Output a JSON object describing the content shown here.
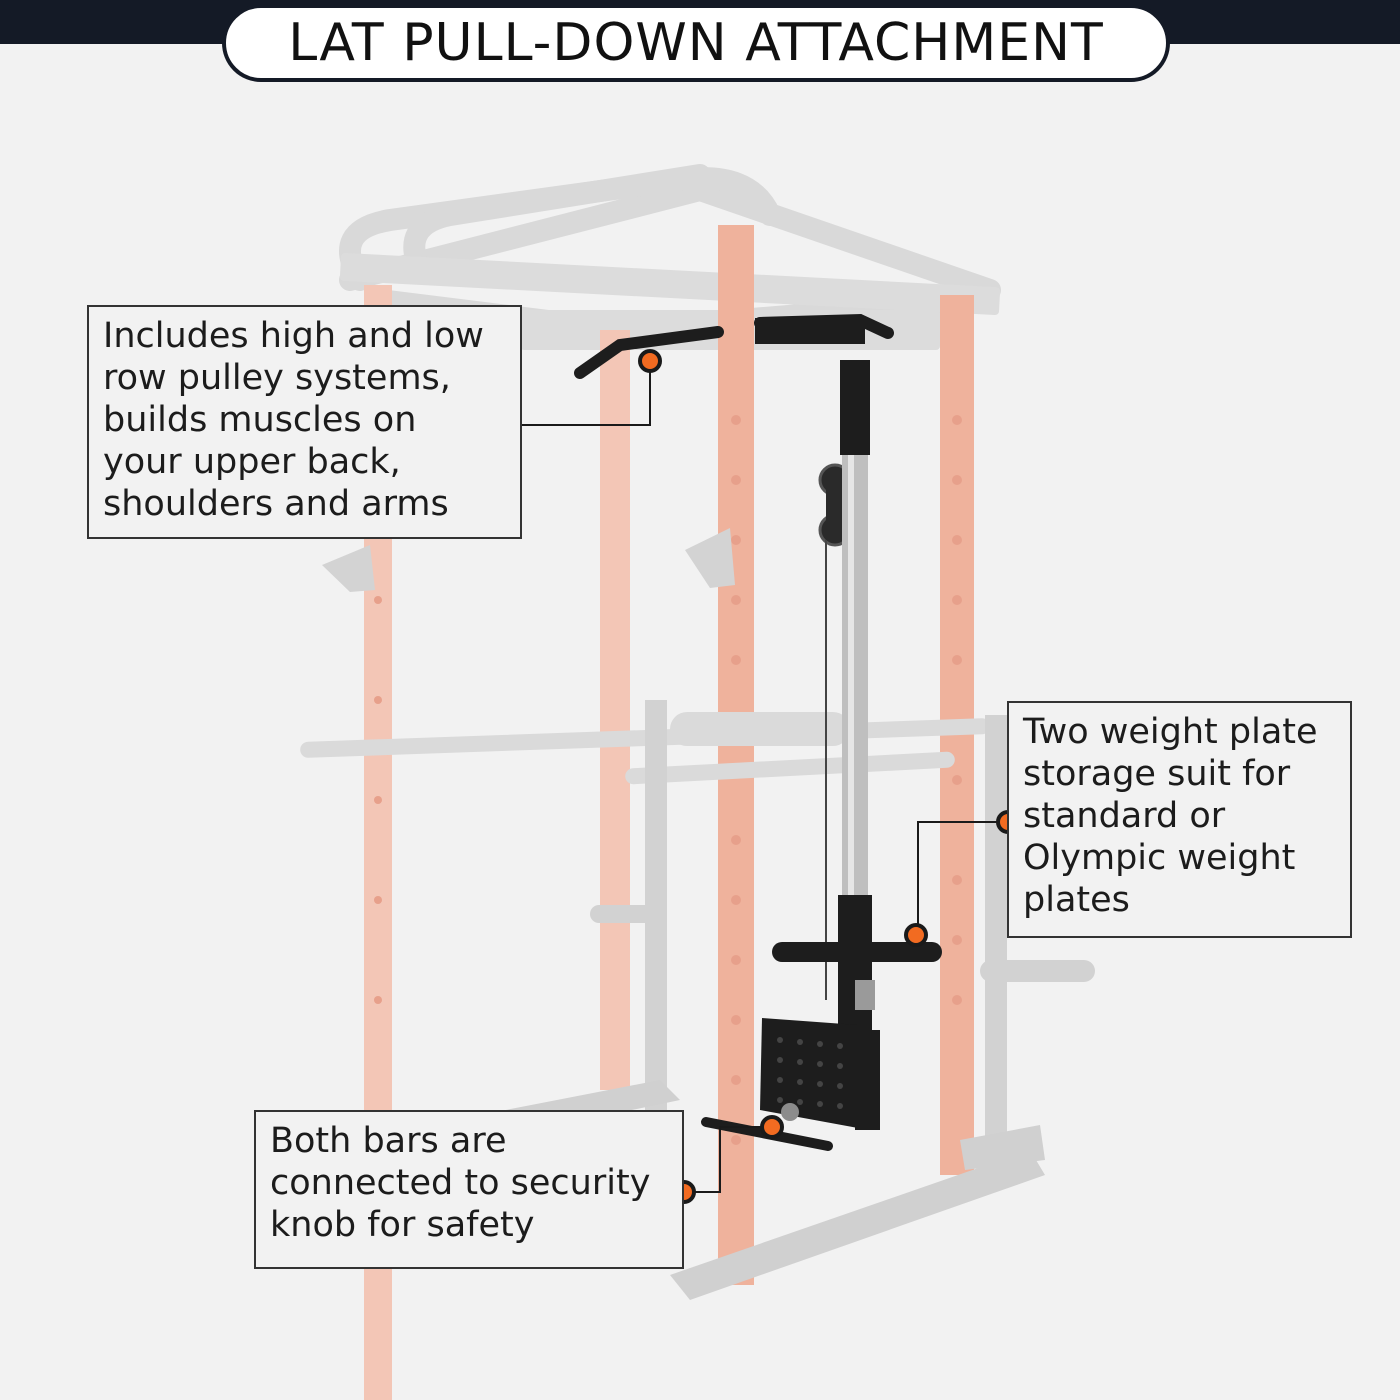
{
  "title": "LAT PULL-DOWN ATTACHMENT",
  "callouts": [
    {
      "text": "Includes high and low\nrow pulley systems,\nbuilds muscles on\nyour upper back,\nshoulders and arms"
    },
    {
      "text": "Two weight plate\nstorage suit for\nstandard or\nOlympic weight\nplates"
    },
    {
      "text": "Both bars are\nconnected to security\nknob for safety"
    }
  ],
  "colors": {
    "band": "#141a26",
    "rack_faded": "#f0b9a6",
    "rack_grey": "#d6d6d6",
    "attachment": "#1c1c1c",
    "marker": "#f26b21"
  }
}
